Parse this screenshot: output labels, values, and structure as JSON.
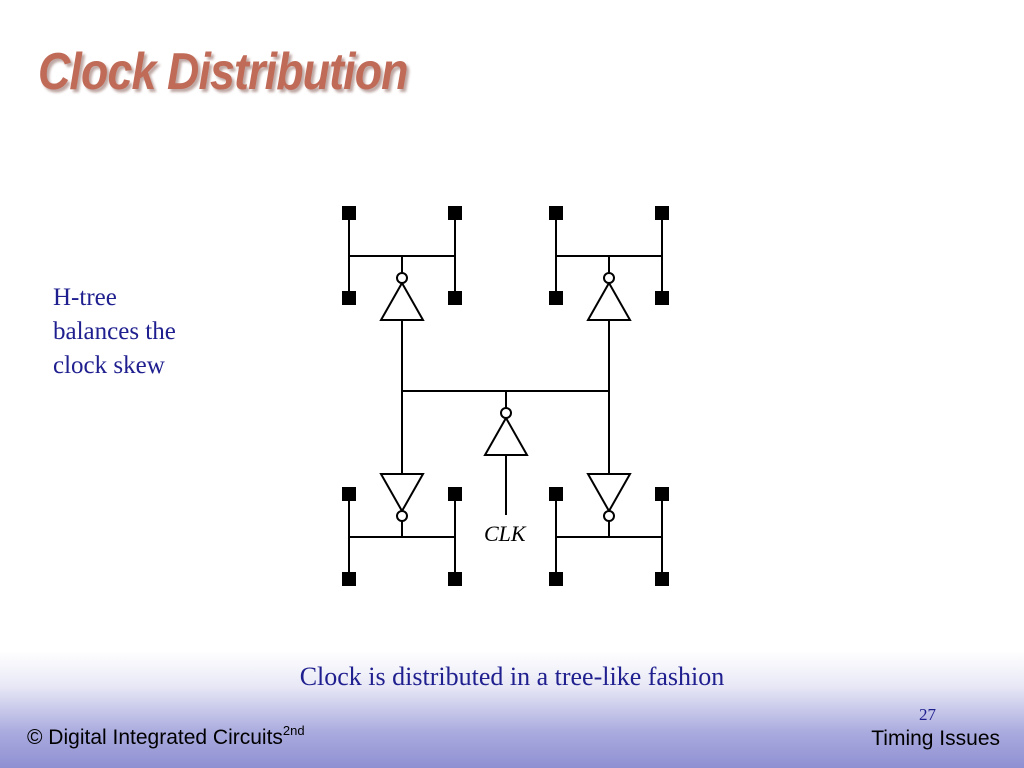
{
  "slide": {
    "title": "Clock Distribution",
    "side_note": [
      "H-tree",
      "balances the",
      "clock skew"
    ],
    "caption": "Clock is distributed in a tree-like fashion"
  },
  "diagram": {
    "clock_input_label": "CLK",
    "node_count": 16,
    "buffer_count": 5
  },
  "footer": {
    "copyright_text": "© Digital Integrated Circuits",
    "edition_superscript": "2nd",
    "page_number": "27",
    "section": "Timing Issues"
  },
  "colors": {
    "title": "#c06b58",
    "body_text": "#1f1f8f",
    "footer_gradient_end": "#8f90d2"
  }
}
